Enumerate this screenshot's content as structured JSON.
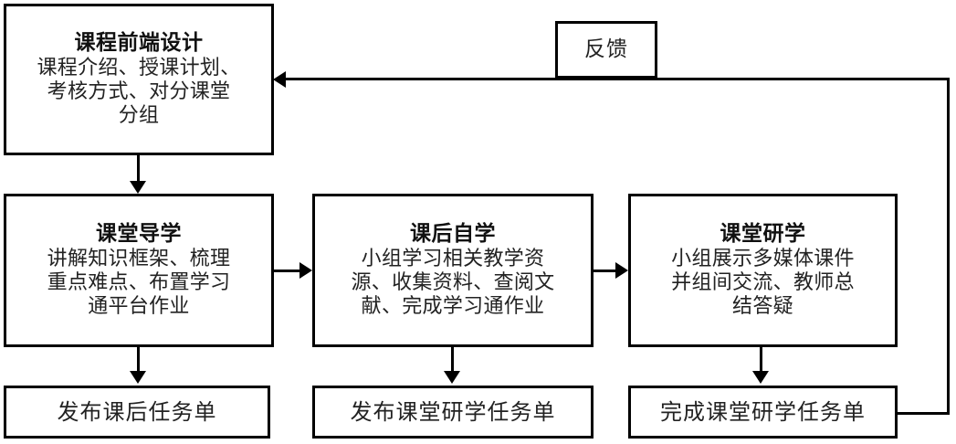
{
  "diagram": {
    "title_text": "",
    "colors": {
      "stroke": "#000000",
      "background": "#ffffff",
      "text": "#1a1a1a"
    },
    "nodes": {
      "front_design": {
        "title": "课程前端设计",
        "body": "课程介绍、授课计划、\n考核方式、对分课堂\n分组"
      },
      "feedback": {
        "label": "反馈"
      },
      "class_guidance": {
        "title": "课堂导学",
        "body": "讲解知识框架、梳理\n重点难点、布置学习\n通平台作业"
      },
      "after_class_study": {
        "title": "课后自学",
        "body": "小组学习相关教学资\n源、收集资料、查阅文\n献、完成学习通作业"
      },
      "class_research": {
        "title": "课堂研学",
        "body": "小组展示多媒体课件\n并组间交流、教师总\n结答疑"
      },
      "task_after_class": {
        "label": "发布课后任务单"
      },
      "task_research_publish": {
        "label": "发布课堂研学任务单"
      },
      "task_research_complete": {
        "label": "完成课堂研学任务单"
      }
    },
    "edges": [
      {
        "name": "front-design-to-class-guidance",
        "kind": "arrow-down"
      },
      {
        "name": "class-guidance-to-after-class-study",
        "kind": "arrow-right"
      },
      {
        "name": "after-class-study-to-class-research",
        "kind": "arrow-right"
      },
      {
        "name": "class-guidance-to-task-after-class",
        "kind": "arrow-down"
      },
      {
        "name": "after-class-study-to-task-research-publish",
        "kind": "arrow-down"
      },
      {
        "name": "class-research-to-task-research-complete",
        "kind": "arrow-down"
      },
      {
        "name": "feedback-loop-to-front-design",
        "kind": "arrow-left"
      }
    ]
  }
}
